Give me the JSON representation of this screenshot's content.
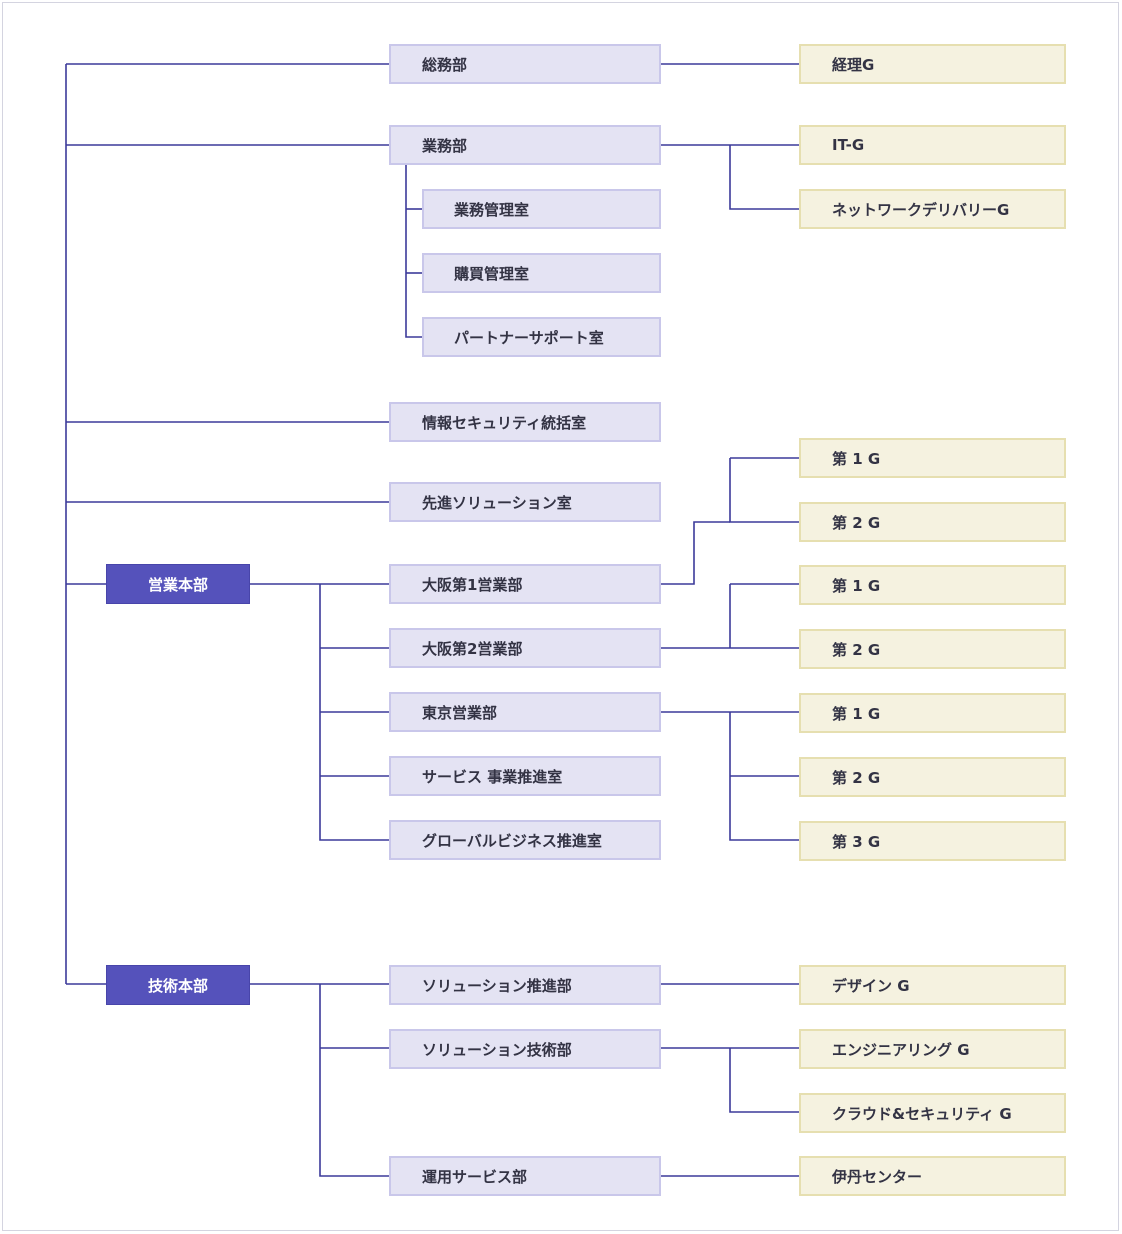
{
  "headquarters": {
    "sales": "営業本部",
    "tech": "技術本部"
  },
  "departments": {
    "soumu": "総務部",
    "gyomu": "業務部",
    "joho": "情報セキュリティ統括室",
    "senshin": "先進ソリューション室",
    "osaka1": "大阪第1営業部",
    "osaka2": "大阪第2営業部",
    "tokyo": "東京営業部",
    "service": "サービス 事業推進室",
    "global": "グローバルビジネス推進室",
    "sol_promo": "ソリューション推進部",
    "sol_tech": "ソリューション技術部",
    "unyo": "運用サービス部"
  },
  "sub_offices": {
    "gyomu_kanri": "業務管理室",
    "kobai_kanri": "購買管理室",
    "partner": "パートナーサポート室"
  },
  "groups": {
    "keiri": "経理G",
    "it": "IT-G",
    "network": "ネットワークデリバリーG",
    "osaka1_g1": "第 1 G",
    "osaka1_g2": "第 2 G",
    "osaka2_g1": "第 1 G",
    "osaka2_g2": "第 2 G",
    "tokyo_g1": "第 1 G",
    "tokyo_g2": "第 2 G",
    "tokyo_g3": "第 3 G",
    "design": "デザイン G",
    "engineering": "エンジニアリング G",
    "cloud": "クラウド&セキュリティ G",
    "itami": "伊丹センター"
  },
  "colors": {
    "line": "#3c3a9a",
    "hq_fill": "#5552bb",
    "dept_fill": "#e4e3f3",
    "dept_border": "#c9c7ea",
    "group_fill": "#f5f2e0",
    "group_border": "#e6dfb0"
  }
}
